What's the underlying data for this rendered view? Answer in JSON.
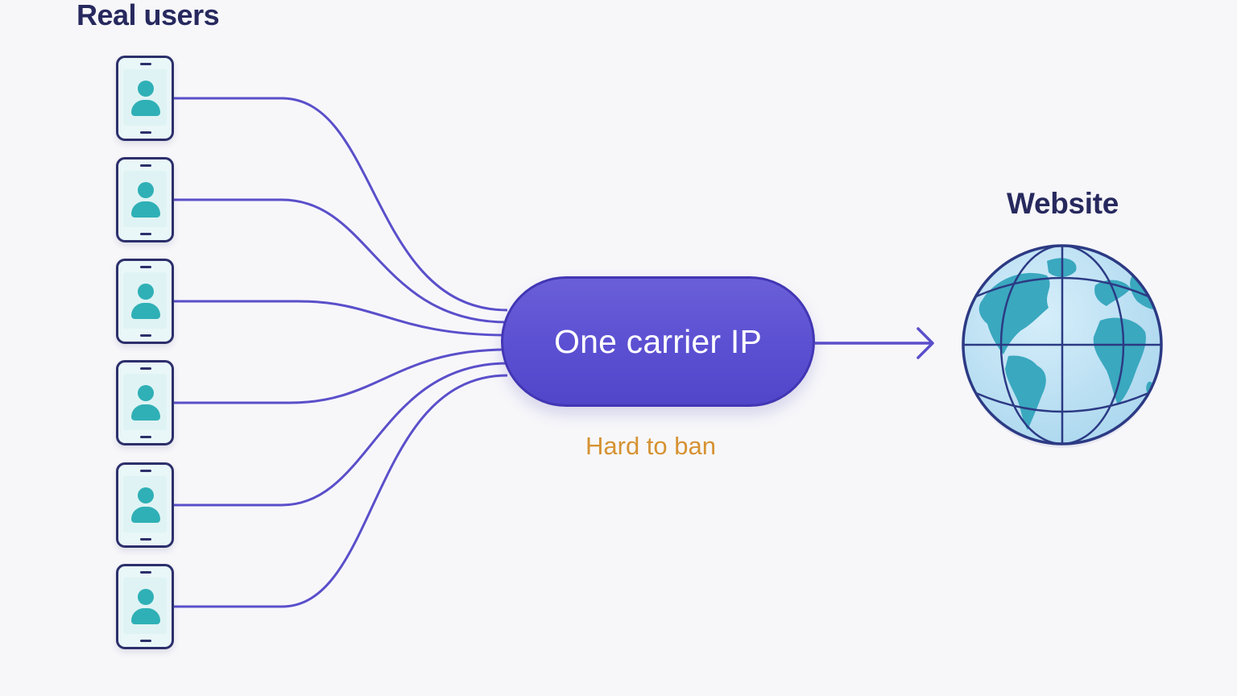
{
  "diagram": {
    "users_label": "Real users",
    "hub_label": "One carrier IP",
    "caption": "Hard to ban",
    "target_label": "Website",
    "user_count": 6,
    "icons": {
      "user": "smartphone-user-icon",
      "target": "globe-icon"
    },
    "colors": {
      "background": "#f7f7fa",
      "title_text": "#27295e",
      "hub_fill": "#5b4fd2",
      "hub_border": "#4236b4",
      "wire": "#5a4fca",
      "caption": "#d69232",
      "phone_frame": "#2c2f6b",
      "person": "#2fb0b6",
      "globe_ocean": "#bfe3f3",
      "globe_land": "#3aa8bf"
    }
  }
}
